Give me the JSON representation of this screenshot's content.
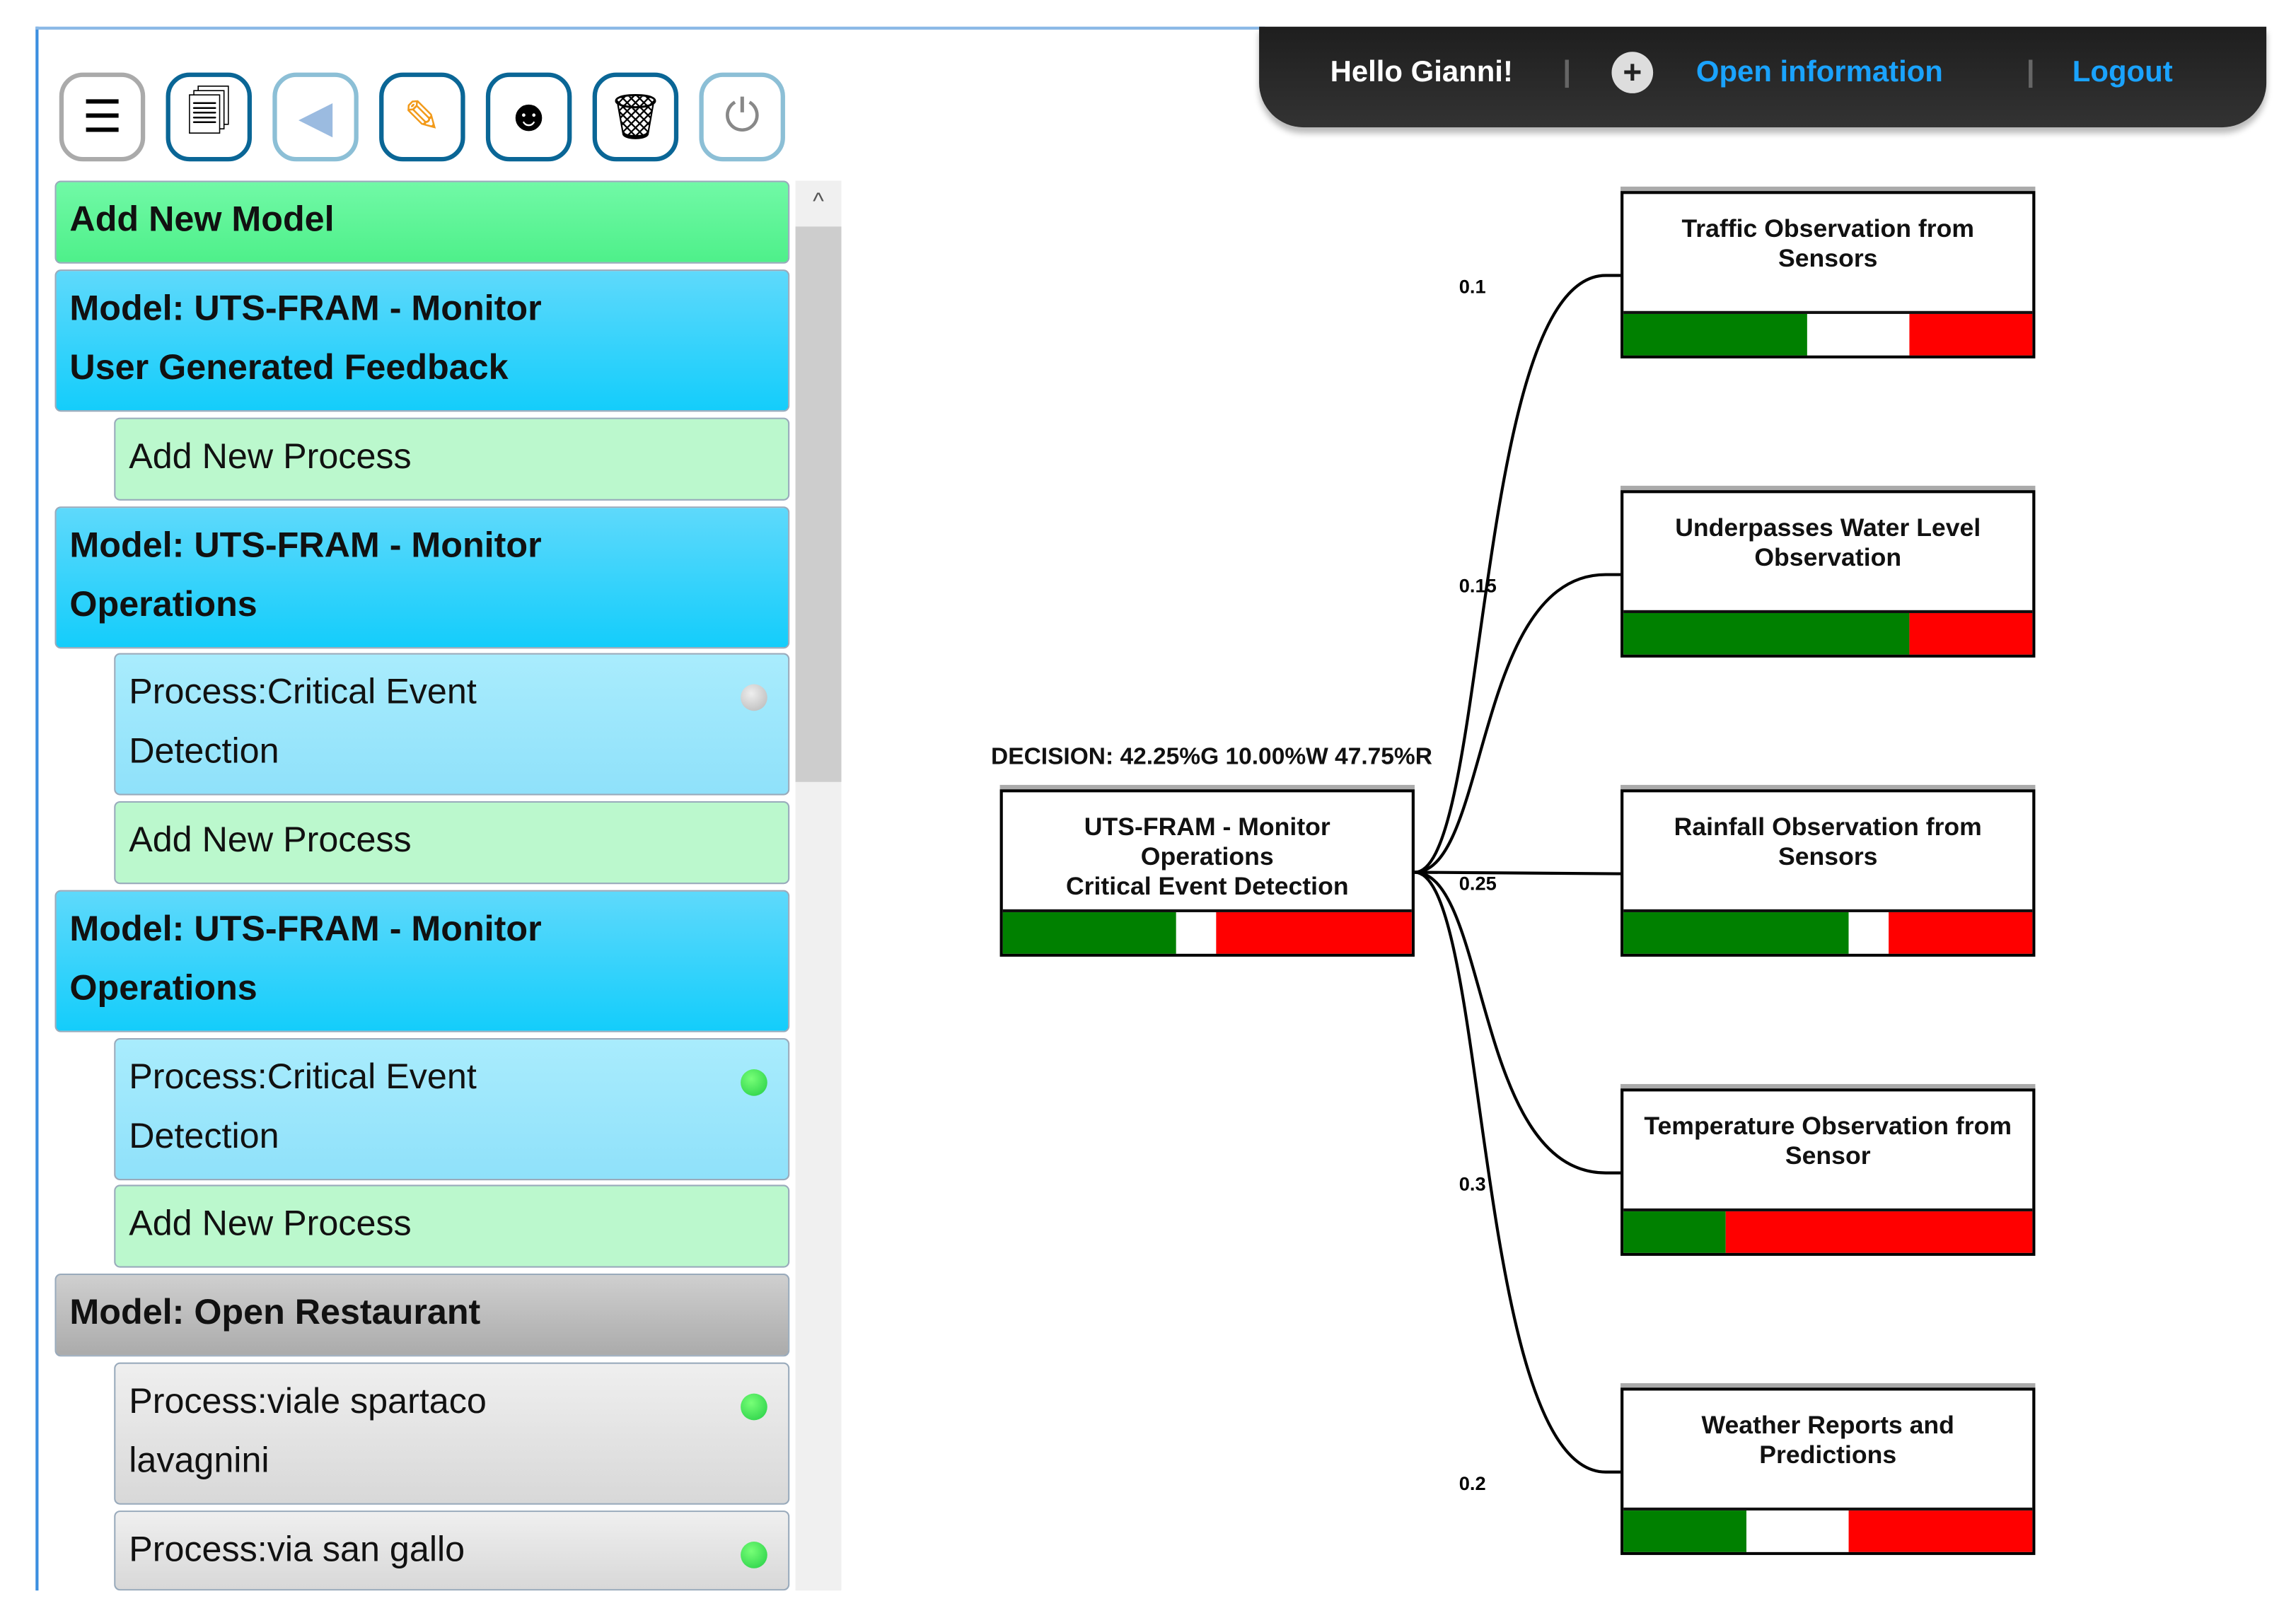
{
  "toolbar": {
    "icons": [
      "menu-icon",
      "document-icon",
      "back-arrow-icon",
      "pencil-icon",
      "head-gears-icon",
      "trash-icon",
      "power-icon"
    ]
  },
  "header": {
    "greeting": "Hello Gianni!",
    "open_information": "Open information",
    "logout": "Logout",
    "separator": "|"
  },
  "sidebar": {
    "add_model": "Add New Model",
    "items": [
      {
        "type": "model",
        "label": "Model: UTS-FRAM - Monitor User Generated Feedback"
      },
      {
        "type": "add",
        "label": "Add New Process"
      },
      {
        "type": "model",
        "label": "Model: UTS-FRAM - Monitor Operations"
      },
      {
        "type": "process",
        "label": "Process:Critical Event Detection",
        "status": "grey"
      },
      {
        "type": "add",
        "label": "Add New Process"
      },
      {
        "type": "model",
        "label": "Model: UTS-FRAM - Monitor Operations"
      },
      {
        "type": "process",
        "label": "Process:Critical Event Detection",
        "status": "green"
      },
      {
        "type": "add",
        "label": "Add New Process"
      },
      {
        "type": "model-grey",
        "label": "Model: Open Restaurant"
      },
      {
        "type": "process-grey",
        "label": "Process:viale spartaco lavagnini",
        "status": "green"
      },
      {
        "type": "process-grey",
        "label": "Process:via san gallo",
        "status": "green"
      }
    ]
  },
  "colors": {
    "green": "#008000",
    "white": "#ffffff",
    "red": "#ff0000",
    "status_green": "#22cc44",
    "status_grey": "#b5b5b5"
  },
  "graph": {
    "decision": "DECISION: 42.25%G 10.00%W 47.75%R",
    "main": {
      "label": "UTS-FRAM - Monitor\nOperations\nCritical Event Detection",
      "bar": [
        0.4225,
        0.1,
        0.4775
      ]
    },
    "inputs": [
      {
        "label": "Traffic Observation from\nSensors",
        "weight": "0.1",
        "bar": [
          0.45,
          0.25,
          0.3
        ]
      },
      {
        "label": "Underpasses Water Level\nObservation",
        "weight": "0.15",
        "bar": [
          0.7,
          0,
          0.3
        ]
      },
      {
        "label": "Rainfall Observation from\nSensors",
        "weight": "0.25",
        "bar": [
          0.55,
          0.1,
          0.35
        ]
      },
      {
        "label": "Temperature Observation from\nSensor",
        "weight": "0.3",
        "bar": [
          0.25,
          0,
          0.75
        ]
      },
      {
        "label": "Weather Reports and\nPredictions",
        "weight": "0.2",
        "bar": [
          0.3,
          0.25,
          0.45
        ]
      }
    ]
  }
}
